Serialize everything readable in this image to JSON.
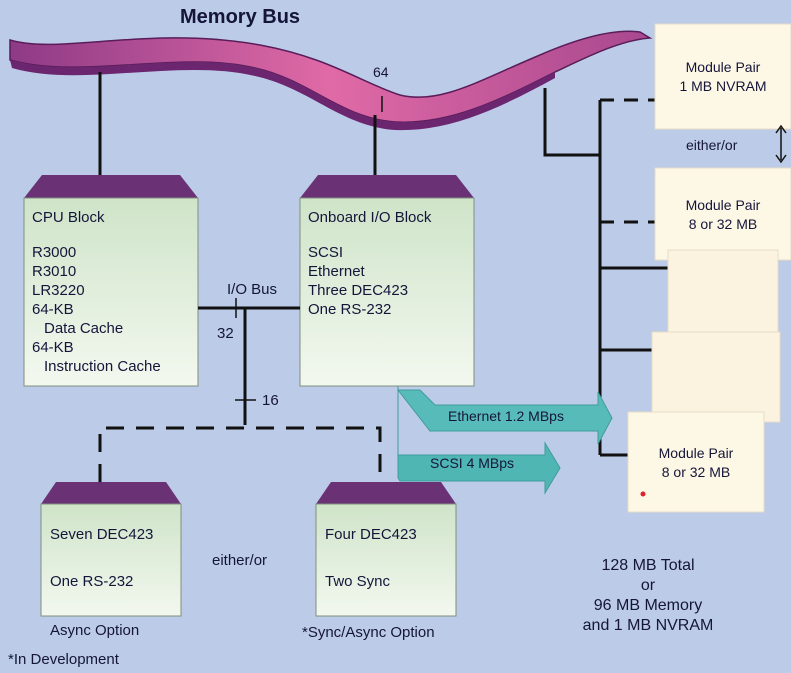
{
  "title": "Memory Bus",
  "bus_width": "64",
  "cpu_block": {
    "heading": "CPU Block",
    "lines": [
      "R3000",
      "R3010",
      "LR3220",
      "64-KB",
      "Data Cache",
      "64-KB",
      "Instruction Cache"
    ]
  },
  "io_block": {
    "heading": "Onboard I/O Block",
    "lines": [
      "SCSI",
      "Ethernet",
      "Three DEC423",
      "One RS-232"
    ]
  },
  "io_bus": {
    "label": "I/O Bus",
    "width_main": "32",
    "width_branch": "16"
  },
  "async_option": {
    "line1": "Seven DEC423",
    "line2": "One RS-232",
    "caption": "Async Option"
  },
  "sync_option": {
    "line1": "Four DEC423",
    "line2": "Two Sync",
    "caption": "*Sync/Async Option"
  },
  "either_or_options": "either/or",
  "footnote": "*In Development",
  "arrows": {
    "ethernet": "Ethernet 1.2 MBps",
    "scsi": "SCSI 4 MBps"
  },
  "modules": {
    "nvram": {
      "line1": "Module Pair",
      "line2": "1 MB NVRAM"
    },
    "either_or": "either/or",
    "pair_top": {
      "line1": "Module Pair",
      "line2": "8 or 32 MB"
    },
    "pair_bottom": {
      "line1": "Module Pair",
      "line2": "8 or 32 MB"
    }
  },
  "totals": [
    "128 MB Total",
    "or",
    "96 MB Memory",
    "and 1 MB NVRAM"
  ],
  "colors": {
    "background": "#bccbe8",
    "block_fill": "#dfeedd",
    "block_cap": "#6a3275",
    "bus_top": "#d06095",
    "bus_underside": "#7a2d7a",
    "arrow": "#4fb6b4",
    "module": "#fdf7e6"
  }
}
